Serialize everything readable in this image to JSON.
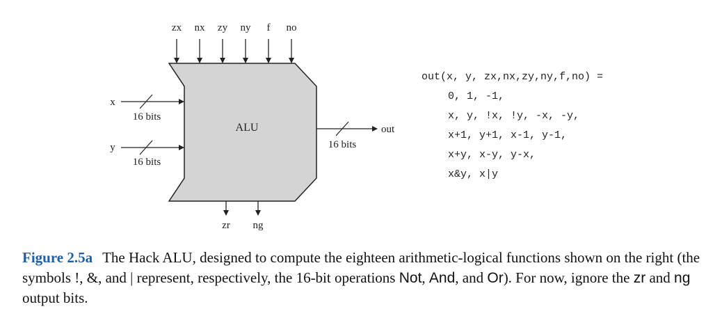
{
  "diagram": {
    "block_label": "ALU",
    "control_inputs": [
      "zx",
      "nx",
      "zy",
      "ny",
      "f",
      "no"
    ],
    "data_inputs": [
      {
        "name": "x",
        "width_label": "16 bits"
      },
      {
        "name": "y",
        "width_label": "16 bits"
      }
    ],
    "output": {
      "name": "out",
      "width_label": "16 bits"
    },
    "status_outputs": [
      "zr",
      "ng"
    ]
  },
  "formula": {
    "lines": [
      "out(x, y, zx,nx,zy,ny,f,no) =",
      "0, 1, -1,",
      "x, y, !x, !y, -x, -y,",
      "x+1, y+1, x-1, y-1,",
      "x+y, x-y, y-x,",
      "x&y, x|y"
    ]
  },
  "caption": {
    "label": "Figure 2.5a",
    "text_1": "The Hack ALU, designed to compute the eighteen arithmetic-logical functions shown on the right (the symbols !, &, and | represent, respectively, the 16-bit operations ",
    "op_not": "Not",
    "sep_1": ", ",
    "op_and": "And",
    "sep_2": ", and ",
    "op_or": "Or",
    "text_2": "). For now, ignore the ",
    "bit_zr": "zr",
    "sep_3": " and ",
    "bit_ng": "ng",
    "text_3": " output bits."
  }
}
